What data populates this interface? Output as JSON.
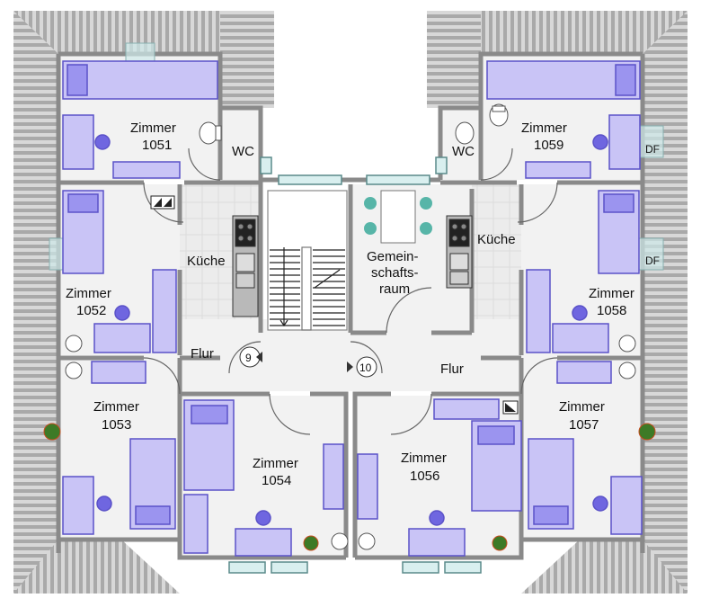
{
  "rooms": {
    "r1051": {
      "title": "Zimmer",
      "number": "1051"
    },
    "r1052": {
      "title": "Zimmer",
      "number": "1052"
    },
    "r1053": {
      "title": "Zimmer",
      "number": "1053"
    },
    "r1054": {
      "title": "Zimmer",
      "number": "1054"
    },
    "r1056": {
      "title": "Zimmer",
      "number": "1056"
    },
    "r1057": {
      "title": "Zimmer",
      "number": "1057"
    },
    "r1058": {
      "title": "Zimmer",
      "number": "1058"
    },
    "r1059": {
      "title": "Zimmer",
      "number": "1059"
    }
  },
  "wc": "WC",
  "kitchen": "Küche",
  "hall": "Flur",
  "common_room": {
    "line1": "Gemein-",
    "line2": "schafts-",
    "line3": "raum"
  },
  "skylight": "DF",
  "doors": {
    "left": "9",
    "right": "10"
  },
  "colors": {
    "furniture": "#c9c4f6",
    "furniture_stroke": "#5b52c8",
    "wall": "#8a8a8a",
    "floor": "#f2f2f2",
    "tile": "#e6e6e6"
  }
}
